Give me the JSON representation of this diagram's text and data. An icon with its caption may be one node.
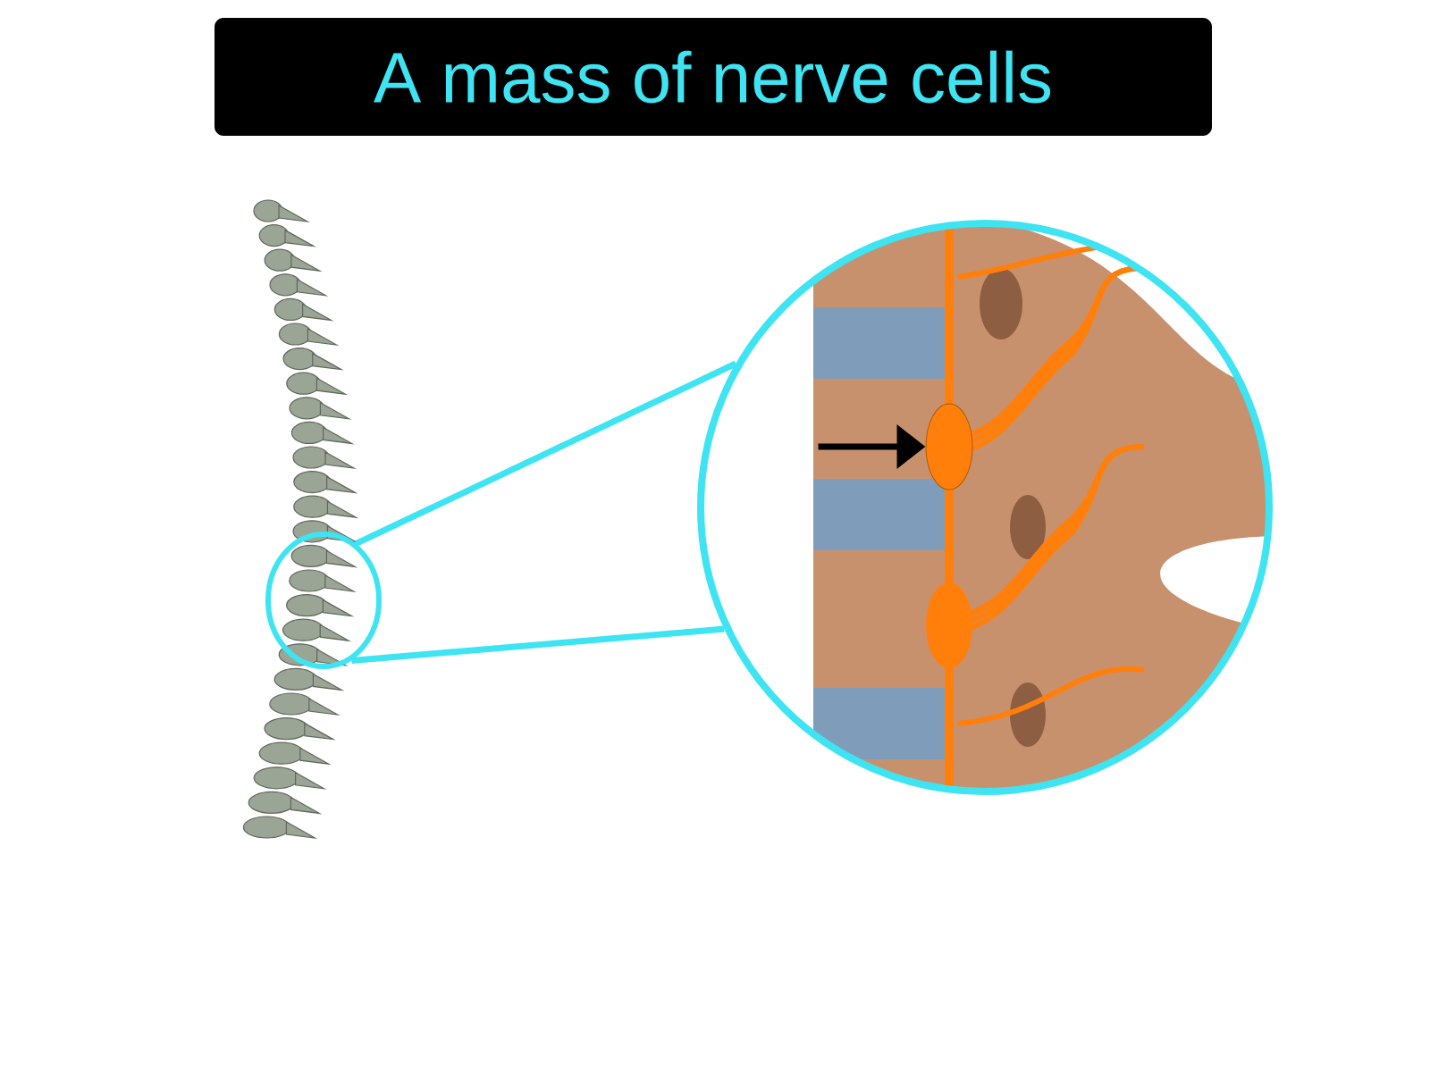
{
  "diagram": {
    "title": "A mass of nerve cells",
    "nodes": [
      {
        "text": [],
        "shape": "circle"
      },
      {
        "text": [],
        "shape": "picture"
      },
      {
        "text": [],
        "shape": "circle",
        "in": 1
      }
    ],
    "edges": [
      {
        "from": 0,
        "to": 1,
        "arrow": "none"
      },
      {
        "from": 0,
        "to": 1,
        "arrow": "none"
      },
      {
        "from": null,
        "to": 2,
        "arrow": "to",
        "color": "#000000"
      }
    ]
  }
}
